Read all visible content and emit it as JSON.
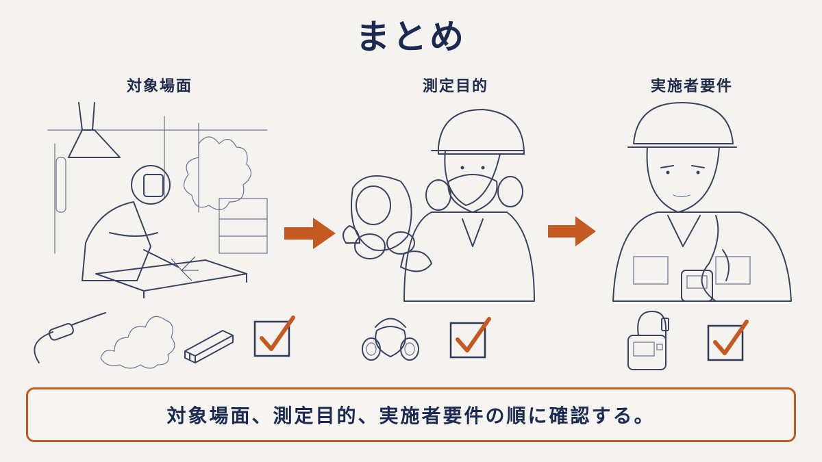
{
  "title": "まとめ",
  "sections": [
    {
      "label": "対象場面"
    },
    {
      "label": "測定目的"
    },
    {
      "label": "実施者要件"
    }
  ],
  "icons": {
    "section1": [
      "welding-torch-icon",
      "smoke-icon",
      "steel-beam-icon",
      "checkmark-icon"
    ],
    "section2": [
      "half-mask-respirator-icon",
      "checkmark-icon"
    ],
    "section3": [
      "measuring-device-icon",
      "checkmark-icon"
    ]
  },
  "summary": "対象場面、測定目的、実施者要件の順に確認する。",
  "colors": {
    "accent": "#c45a22",
    "ink": "#1c2a52",
    "background": "#f4f3ef"
  }
}
